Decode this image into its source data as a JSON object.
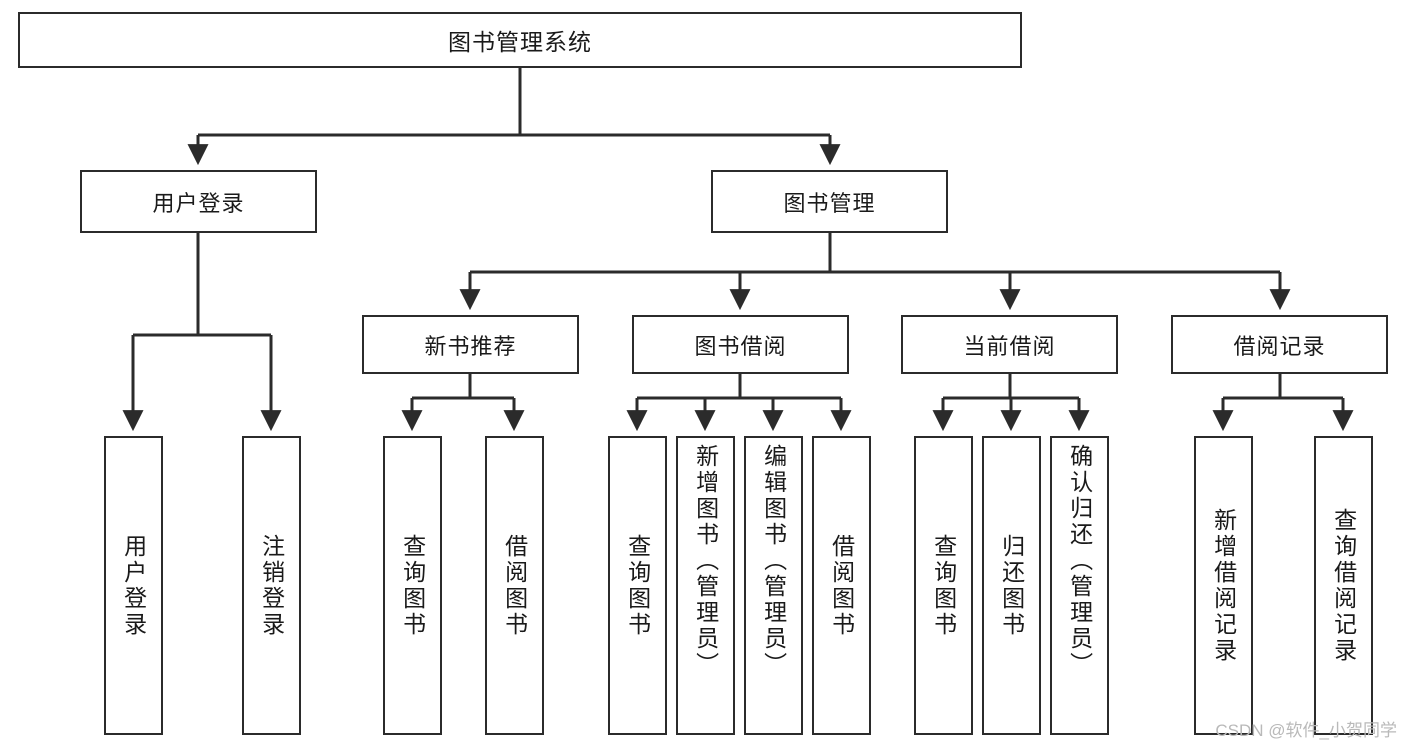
{
  "diagram": {
    "title": "图书管理系统",
    "type": "tree-hierarchy-chart",
    "watermark": "CSDN @软件_小贺同学",
    "colors": {
      "box_border": "#2b2b2b",
      "box_fill": "#ffffff",
      "connector": "#2b2b2b",
      "text": "#1a1a1a",
      "watermark": "#b9b9b9",
      "background": "#ffffff"
    }
  },
  "nodes": {
    "root": {
      "label": "图书管理系统"
    },
    "level2": [
      {
        "label": "用户登录"
      },
      {
        "label": "图书管理"
      }
    ],
    "level3": [
      {
        "label": "新书推荐"
      },
      {
        "label": "图书借阅"
      },
      {
        "label": "当前借阅"
      },
      {
        "label": "借阅记录"
      }
    ],
    "leaves": {
      "user_login": [
        {
          "label": "用户登录"
        },
        {
          "label": "注销登录"
        }
      ],
      "new_book_recommend": [
        {
          "label": "查询图书"
        },
        {
          "label": "借阅图书"
        }
      ],
      "book_borrow": [
        {
          "label": "查询图书"
        },
        {
          "label": "新增图书（管理员）"
        },
        {
          "label": "编辑图书（管理员）"
        },
        {
          "label": "借阅图书"
        }
      ],
      "current_borrow": [
        {
          "label": "查询图书"
        },
        {
          "label": "归还图书"
        },
        {
          "label": "确认归还（管理员）"
        }
      ],
      "borrow_record": [
        {
          "label": "新增借阅记录"
        },
        {
          "label": "查询借阅记录"
        }
      ]
    }
  }
}
